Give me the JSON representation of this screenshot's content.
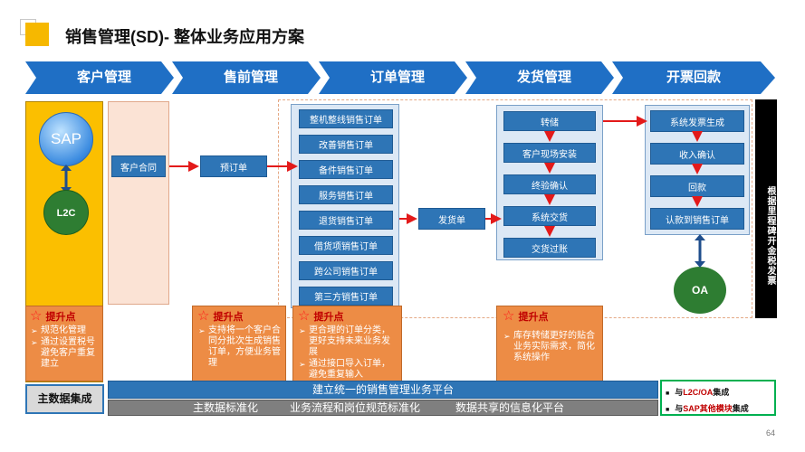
{
  "title": "销售管理(SD)- 整体业务应用方案",
  "stages": [
    "客户管理",
    "售前管理",
    "订单管理",
    "发货管理",
    "开票回款"
  ],
  "sap_label": "SAP",
  "l2c_label": "L2C",
  "presales": {
    "contract": "客户合同",
    "preorder": "预订单"
  },
  "order_items": [
    "整机整线销售订单",
    "改善销售订单",
    "备件销售订单",
    "服务销售订单",
    "退货销售订单",
    "借货项销售订单",
    "跨公司销售订单",
    "第三方销售订单"
  ],
  "delivery_note": "发货单",
  "shipping_items": [
    "转储",
    "客户现场安装",
    "终验确认",
    "系统交货",
    "交货过账"
  ],
  "billing_items": [
    "系统发票生成",
    "收入确认",
    "回款",
    "认款到销售订单"
  ],
  "side_note": "根据里程碑开金税发票",
  "oa_label": "OA",
  "improvement_title": "提升点",
  "improvements": [
    [
      "规范化管理",
      "通过设置税号避免客户重复建立"
    ],
    [
      "支持将一个客户合同分批次生成销售订单，方便业务管理"
    ],
    [
      "更合理的订单分类，更好支持未来业务发展",
      "通过接口导入订单，避免重复输入"
    ],
    [
      "库存转储更好的贴合业务实际需求，简化系统操作"
    ]
  ],
  "master_data": "主数据集成",
  "platform": "建立统一的销售管理业务平台",
  "platform_items": [
    "主数据标准化",
    "业务流程和岗位规范标准化",
    "数据共享的信息化平台"
  ],
  "integration": [
    {
      "prefix": "与",
      "highlight": "L2C/OA",
      "suffix": "集成"
    },
    {
      "prefix": "与",
      "highlight": "SAP其他模块",
      "suffix": "集成"
    }
  ],
  "page_number": "64",
  "colors": {
    "accent": "#2E75B6",
    "chevron": "#1F6FC5",
    "yellow": "#FBBF00",
    "orange": "#ED8C45",
    "green": "#2e7d32",
    "red": "#c00000"
  }
}
